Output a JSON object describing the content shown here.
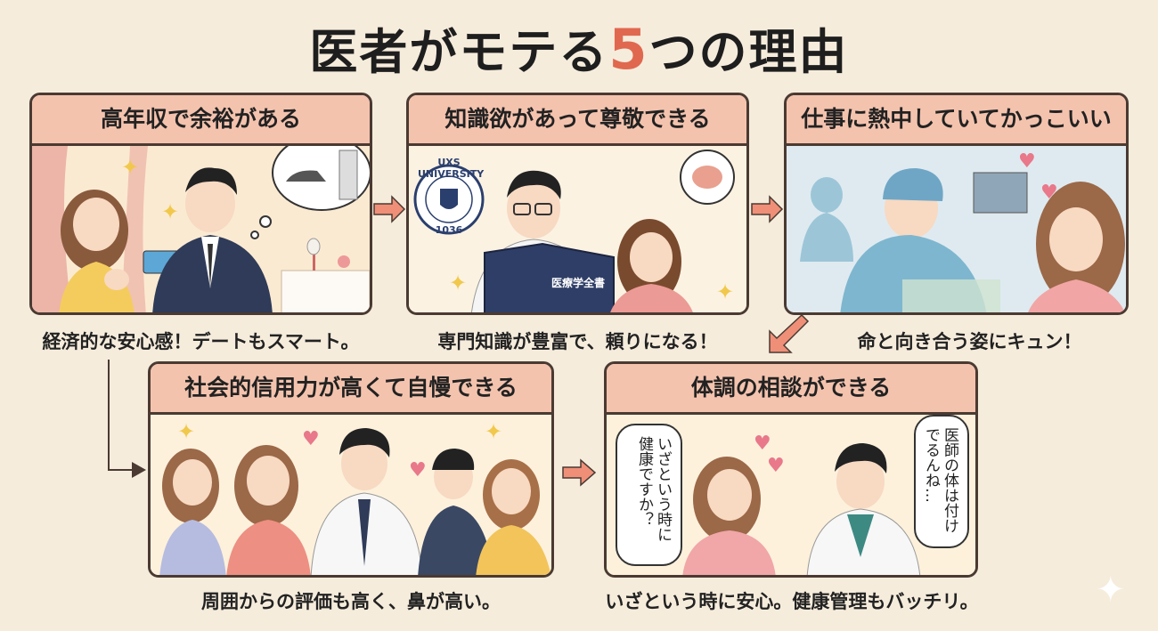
{
  "title": {
    "prefix": "医者がモテる",
    "number": "5",
    "suffix": "つの理由"
  },
  "panels": [
    {
      "heading": "高年収で余裕がある",
      "caption": "経済的な安心感！デートもスマート。"
    },
    {
      "heading": "知識欲があって尊敬できる",
      "caption": "専門知識が豊富で、頼りになる！"
    },
    {
      "heading": "仕事に熱中していてかっこいい",
      "caption": "命と向き合う姿にキュン！"
    },
    {
      "heading": "社会的信用力が高くて自慢できる",
      "caption": "周囲からの評価も高く、鼻が高い。"
    },
    {
      "heading": "体調の相談ができる",
      "caption": "いざという時に安心。健康管理もバッチリ。"
    }
  ],
  "book_title": "医療学全書",
  "seal": {
    "top": "UXS UNIVERSITY",
    "year": "1036"
  },
  "bubbles": {
    "woman": "いざという時に健康ですか？",
    "doctor": "医師の体は付けでるんね…"
  },
  "colors": {
    "background": "#f6ecdc",
    "header": "#f4c3ae",
    "accent": "#e0684f",
    "border": "#4a3a32"
  }
}
